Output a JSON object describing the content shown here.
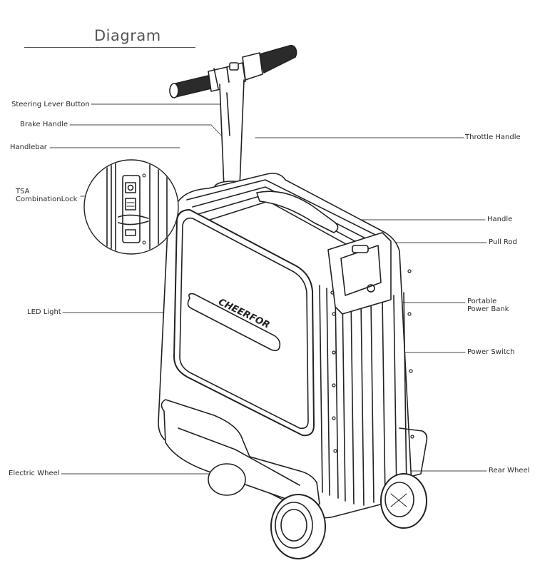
{
  "title": "Diagram",
  "brand": "CHEERFOR",
  "labels": {
    "steering_lever_button": "Steering Lever Button",
    "brake_handle": "Brake Handle",
    "handlebar": "Handlebar",
    "tsa_line1": "TSA",
    "tsa_line2": "CombinationLock",
    "led_light": "LED Light",
    "electric_wheel": "Electric Wheel",
    "throttle_handle": "Throttle Handle",
    "handle": "Handle",
    "pull_rod": "Pull Rod",
    "portable_line1": "Portable",
    "portable_line2": "Power Bank",
    "power_switch": "Power Switch",
    "rear_wheel": "Rear Wheel"
  },
  "colors": {
    "line": "#222222",
    "label": "#2a2a2a",
    "title": "#555555"
  }
}
